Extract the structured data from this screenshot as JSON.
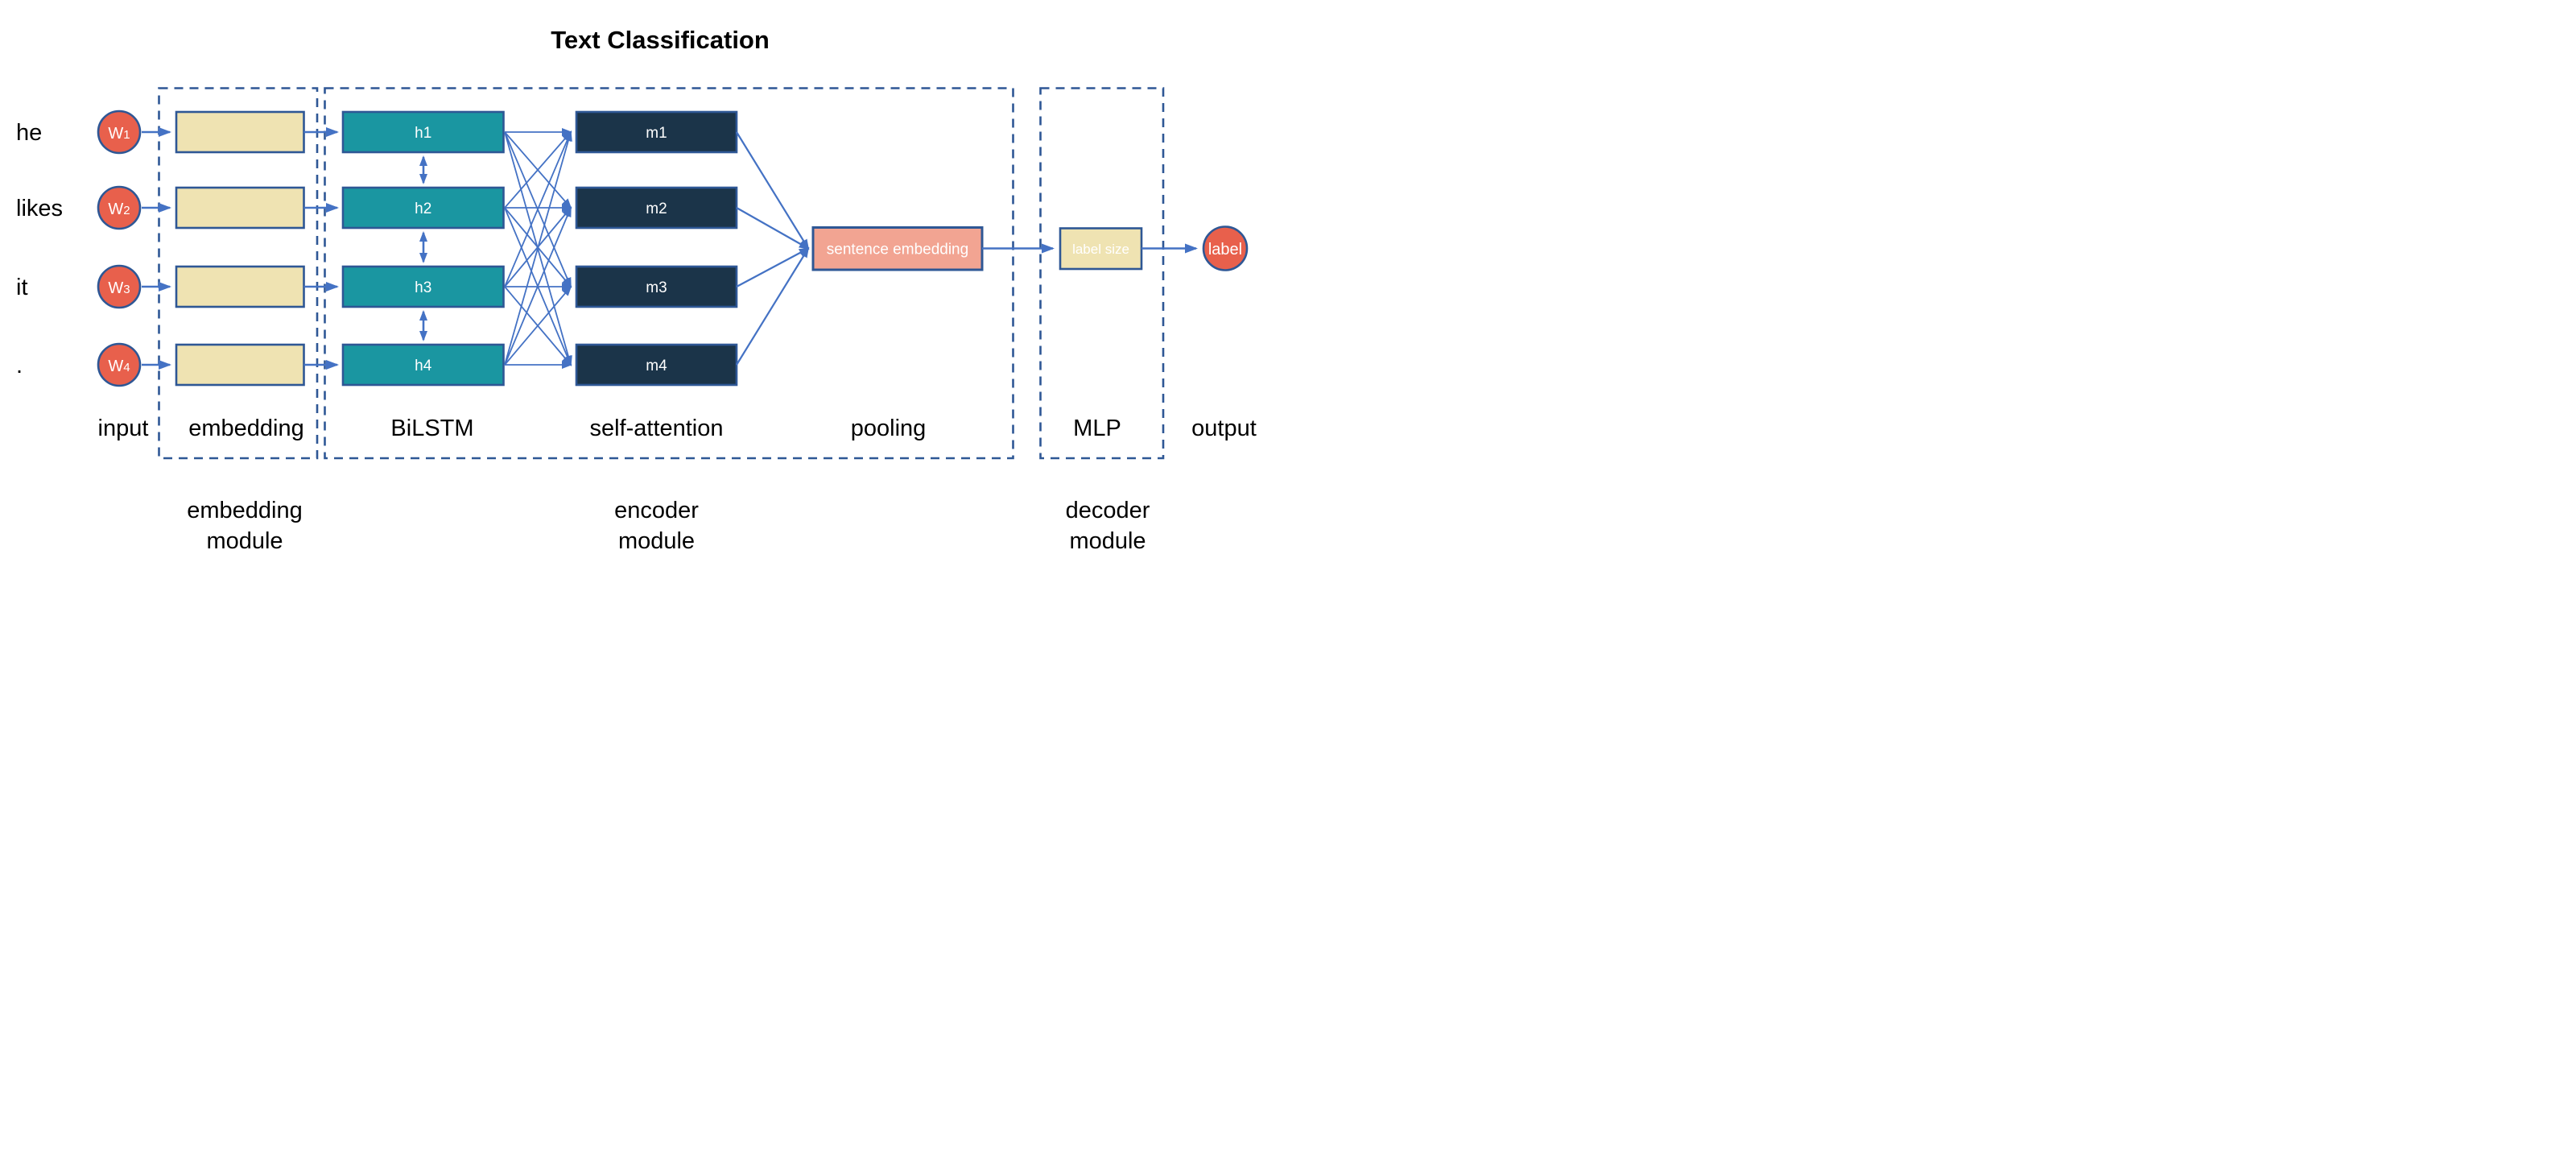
{
  "title": "Text Classification",
  "colors": {
    "vermilion": "#E8604C",
    "tan": "#EFE3B2",
    "teal": "#1A96A1",
    "navy": "#1B3449",
    "salmon": "#F2A492",
    "arrow_blue": "#4472C4",
    "border_navy": "#2E5795",
    "text_black": "#000000",
    "text_white": "#ffffff"
  },
  "rows": [
    {
      "word": "he",
      "w_base": "W",
      "w_digit": "1",
      "h": "h1",
      "m": "m1"
    },
    {
      "word": "likes",
      "w_base": "W",
      "w_digit": "2",
      "h": "h2",
      "m": "m2"
    },
    {
      "word": "it",
      "w_base": "W",
      "w_digit": "3",
      "h": "h3",
      "m": "m3"
    },
    {
      "word": ".",
      "w_base": "W",
      "w_digit": "4",
      "h": "h4",
      "m": "m4"
    }
  ],
  "pooling_box": "sentence embedding",
  "mlp_box": "label size",
  "output_node": "label",
  "stage_labels": {
    "input": "input",
    "embedding": "embedding",
    "bilstm": "BiLSTM",
    "attention": "self-attention",
    "pooling": "pooling",
    "mlp": "MLP",
    "output": "output"
  },
  "module_labels": {
    "embedding": {
      "line1": "embedding",
      "line2": "module"
    },
    "encoder": {
      "line1": "encoder",
      "line2": "module"
    },
    "decoder": {
      "line1": "decoder",
      "line2": "module"
    }
  }
}
